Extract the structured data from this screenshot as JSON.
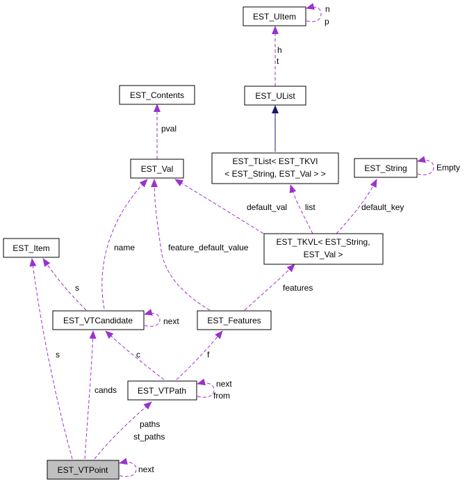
{
  "nodes": {
    "uitem": "EST_UItem",
    "ulist": "EST_UList",
    "contents": "EST_Contents",
    "val": "EST_Val",
    "tlist_line1": "EST_TList< EST_TKVI",
    "tlist_line2": "< EST_String, EST_Val > >",
    "string": "EST_String",
    "item": "EST_Item",
    "tkvl_line1": "EST_TKVL< EST_String,",
    "tkvl_line2": "EST_Val >",
    "vtcandidate": "EST_VTCandidate",
    "features": "EST_Features",
    "vtpath": "EST_VTPath",
    "vtpoint": "EST_VTPoint"
  },
  "edge_labels": {
    "uitem_n": "n",
    "uitem_p": "p",
    "ulist_h": "h",
    "ulist_t": "t",
    "contents_pval": "pval",
    "string_empty": "Empty",
    "tkvl_default_val": "default_val",
    "tkvl_list": "list",
    "tkvl_default_key": "default_key",
    "vtcand_name": "name",
    "features_default_value": "feature_default_value",
    "vtcand_s": "s",
    "tkvl_features": "features",
    "vtcand_next": "next",
    "vtpoint_s": "s",
    "vtpath_c": "c",
    "vtpath_f": "f",
    "vtpath_next": "next",
    "vtpath_from": "from",
    "vtpoint_cands": "cands",
    "vtpoint_paths": "paths",
    "vtpoint_st_paths": "st_paths",
    "vtpoint_next": "next"
  },
  "colors": {
    "dashed_edge": "#9a32cd",
    "inheritance_edge": "#191970",
    "highlight_fill": "#bfbfbf"
  }
}
